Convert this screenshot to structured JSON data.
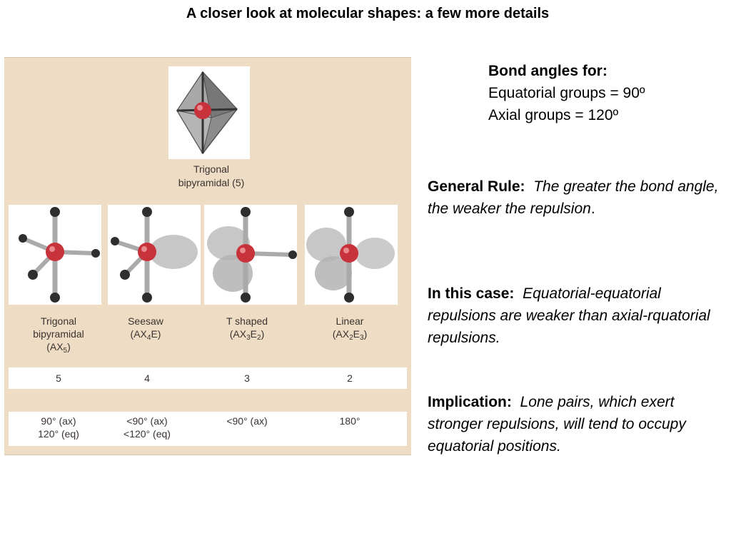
{
  "title": "A closer look at molecular shapes: a few more details",
  "figure": {
    "top_caption_line1": "Trigonal",
    "top_caption_line2": "bipyramidal (5)",
    "molecules": [
      {
        "name_line1": "Trigonal",
        "name_line2": "bipyramidal",
        "formula_base": "(AX",
        "formula_sub1": "5",
        "formula_mid": "",
        "formula_sub2": "",
        "formula_end": ")",
        "count": "5",
        "angle_line1": "90° (ax)",
        "angle_line2": "120° (eq)"
      },
      {
        "name_line1": "Seesaw",
        "formula_base": "(AX",
        "formula_sub1": "4",
        "formula_mid": "E",
        "formula_sub2": "",
        "formula_end": ")",
        "count": "4",
        "angle_line1": "<90° (ax)",
        "angle_line2": "<120° (eq)"
      },
      {
        "name_line1": "T shaped",
        "formula_base": "(AX",
        "formula_sub1": "3",
        "formula_mid": "E",
        "formula_sub2": "2",
        "formula_end": ")",
        "count": "3",
        "angle_line1": "<90° (ax)",
        "angle_line2": ""
      },
      {
        "name_line1": "Linear",
        "formula_base": "(AX",
        "formula_sub1": "2",
        "formula_mid": "E",
        "formula_sub2": "3",
        "formula_end": ")",
        "count": "2",
        "angle_line1": "180°",
        "angle_line2": ""
      }
    ],
    "colors": {
      "panel": "#eedcc4",
      "central_atom": "#c8323a",
      "ligand": "#2e2e2e",
      "lone_pair": "#9a9a9a"
    }
  },
  "bond_angles": {
    "heading": "Bond angles for:",
    "line1": "Equatorial groups = 90º",
    "line2": "Axial groups = 120º"
  },
  "general_rule": {
    "label": "General Rule:",
    "text": "The greater the bond angle, the weaker the repulsion",
    "end": "."
  },
  "this_case": {
    "label": "In this case:",
    "text": "Equatorial-equatorial repulsions are weaker than axial-rquatorial repulsions."
  },
  "implication": {
    "label": "Implication:",
    "text": "Lone pairs, which exert stronger repulsions, will tend to occupy equatorial positions."
  }
}
